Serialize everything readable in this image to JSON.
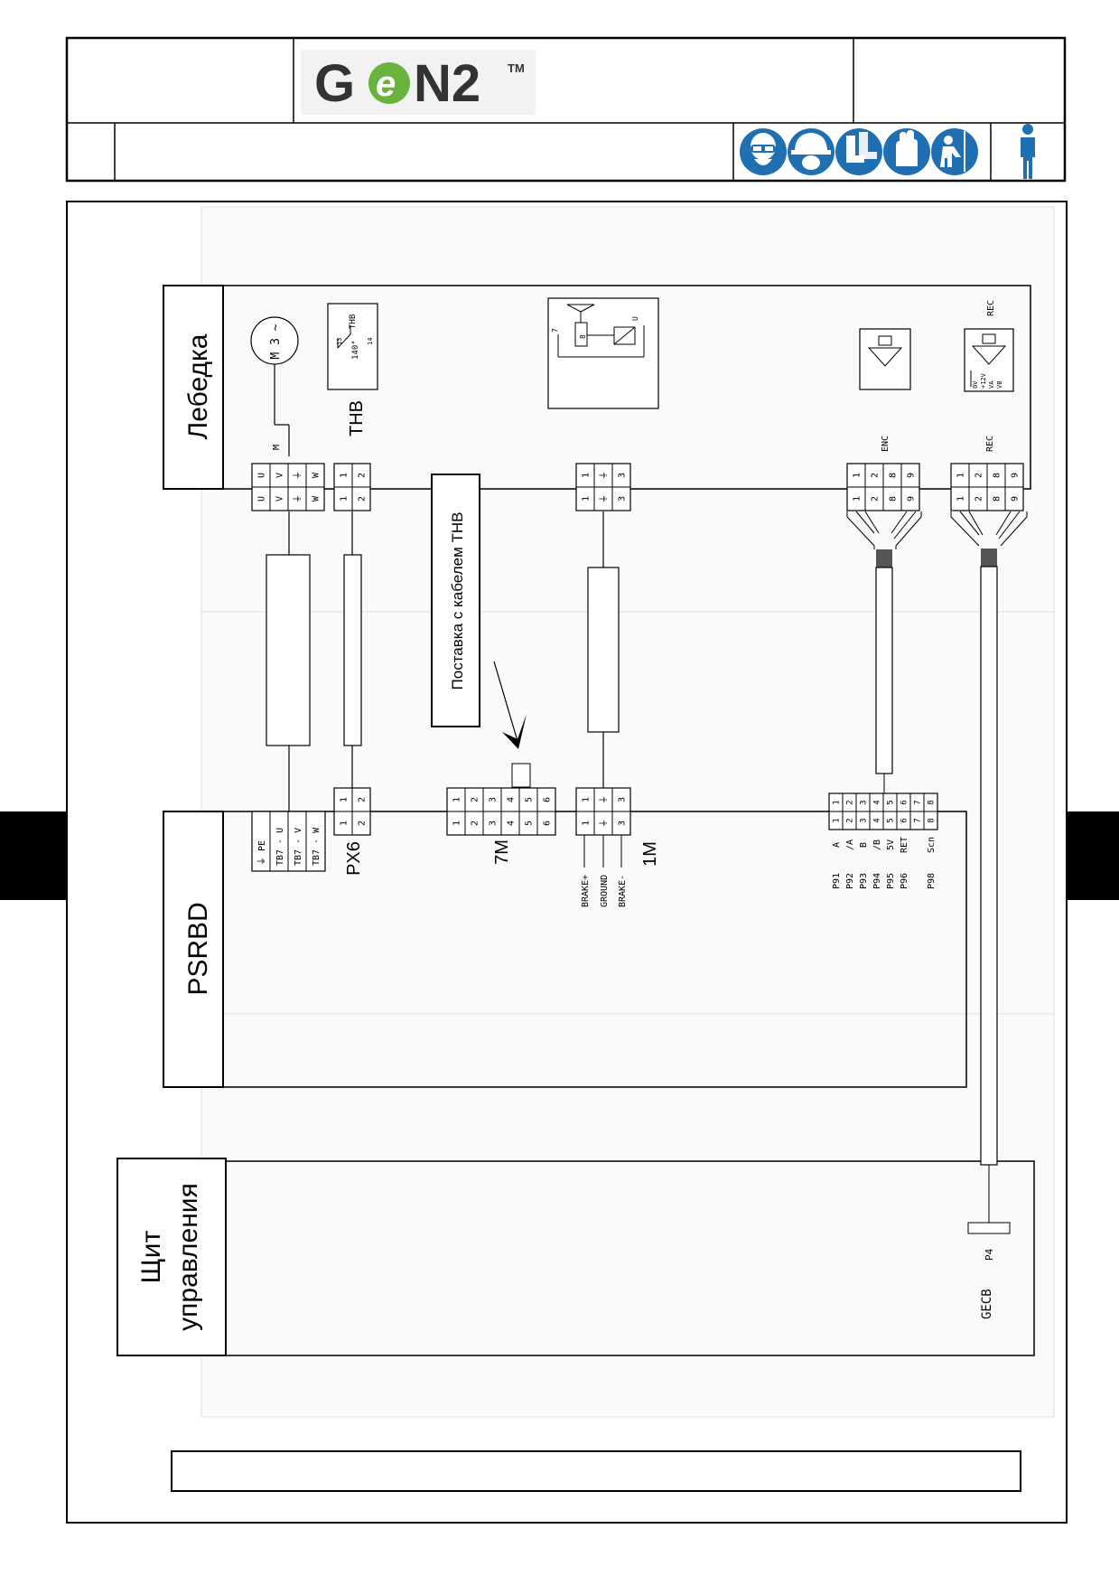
{
  "header": {
    "logo": {
      "wordmark": "GeN2",
      "trademark": "TM",
      "colors": {
        "letters": "#333333",
        "e_fill": "#6ab23e",
        "e_letter": "#ffffff"
      }
    },
    "safety_icons": [
      "safety-glasses-icon",
      "hard-hat-icon",
      "safety-boots-icon",
      "safety-gloves-icon",
      "fall-harness-icon"
    ],
    "person_icon": "worker-figure-icon",
    "colors": {
      "icon_blue": "#1f6fb2"
    }
  },
  "blocks": {
    "winch": "Лебедка",
    "controller": "PSRBD",
    "panel_line1": "Щит",
    "panel_line2": "управления"
  },
  "winch_components": {
    "motor": "M 3 ~",
    "motor_tag": "M",
    "thermal_label": "THB",
    "thermal_box_tag": "THB",
    "thermal_temp": "140°",
    "thermal_pins": [
      "13",
      "14"
    ],
    "encoder_tag": "ENC",
    "receiver_tag": "REC",
    "receiver_pins": [
      "0V",
      "+12V",
      "VA",
      "VB"
    ],
    "brake_pins": [
      "7",
      "8",
      "U"
    ]
  },
  "connectors": {
    "motor_pins": [
      "U",
      "V",
      "⏚",
      "W"
    ],
    "thb_pins": [
      "1",
      "2"
    ],
    "brake_pins": [
      "1",
      "⏚",
      "3"
    ],
    "enc_pins": [
      "1",
      "2",
      "8",
      "9"
    ],
    "rec_pins": [
      "1",
      "2",
      "8",
      "9"
    ],
    "px6_label": "PX6",
    "m7_label": "7M",
    "m7_pins": [
      "1",
      "2",
      "3",
      "4",
      "5",
      "6"
    ],
    "m1_label": "1M",
    "p9_pins": [
      "1",
      "2",
      "3",
      "4",
      "5",
      "6",
      "7",
      "8"
    ]
  },
  "psrbd_terminals": {
    "motor": [
      "⏚  PE",
      "TB7 - U",
      "TB7 - V",
      "TB7 - W"
    ],
    "brake": [
      "BRAKE+",
      "GROUND",
      "BRAKE-"
    ],
    "signals": [
      "A",
      "/A",
      "B",
      "/B",
      "5V",
      "RET",
      "Scn"
    ],
    "signal_pins": [
      "P91",
      "P92",
      "P93",
      "P94",
      "P95",
      "P96",
      "P98"
    ]
  },
  "panel": {
    "connector": "P4",
    "board": "GECB"
  },
  "callout": "Поставка с кабелем THB"
}
